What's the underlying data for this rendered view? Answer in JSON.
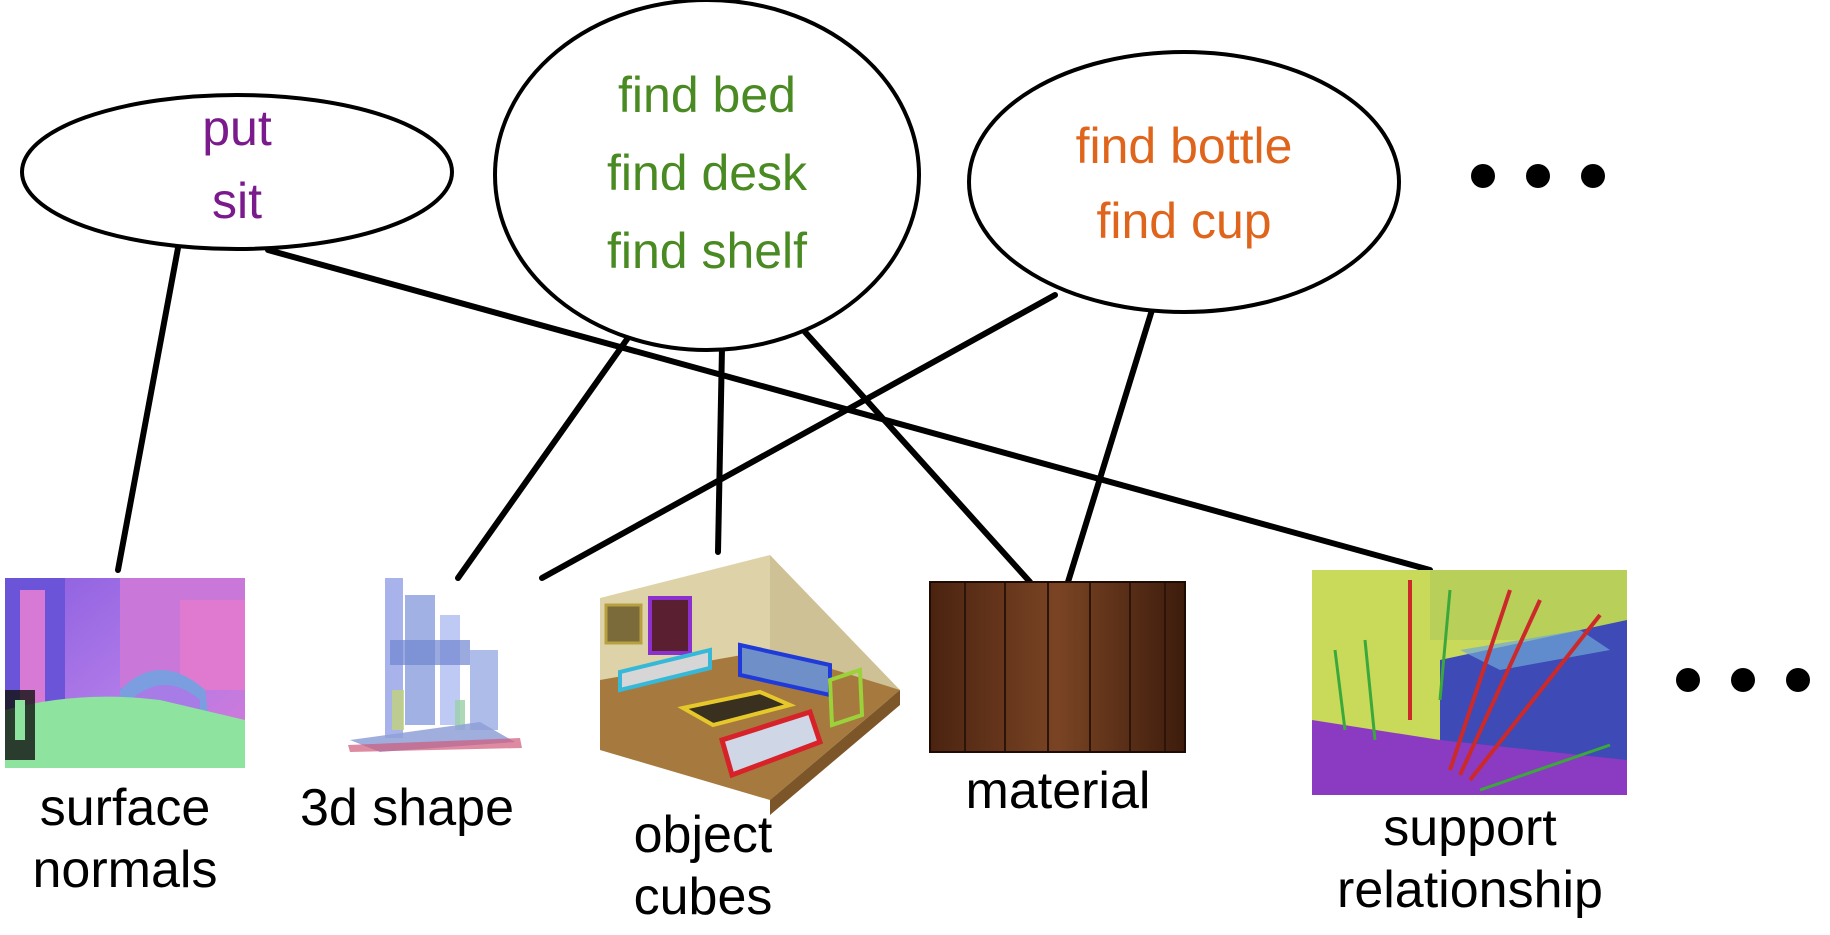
{
  "tasks": [
    {
      "id": "put-sit",
      "lines": [
        "put",
        "sit"
      ],
      "color": "#7a1a8c"
    },
    {
      "id": "find-furniture",
      "lines": [
        "find bed",
        "find desk",
        "find shelf"
      ],
      "color": "#4a8a22"
    },
    {
      "id": "find-small",
      "lines": [
        "find bottle",
        "find cup"
      ],
      "color": "#e0651c"
    }
  ],
  "representations": [
    {
      "id": "surface-normals",
      "lines": [
        "surface",
        "normals"
      ]
    },
    {
      "id": "3d-shape",
      "lines": [
        "3d shape"
      ]
    },
    {
      "id": "object-cubes",
      "lines": [
        "object",
        "cubes"
      ]
    },
    {
      "id": "material",
      "lines": [
        "material"
      ]
    },
    {
      "id": "support-relationship",
      "lines": [
        "support",
        "relationship"
      ]
    }
  ],
  "colors": {
    "normals_purple": "#8a5ee0",
    "normals_pink": "#d77ad6",
    "normals_green": "#8ee39e",
    "wood": "#5b3018",
    "support_yellow": "#c9d95a",
    "support_blue": "#3e4ab5",
    "support_purple": "#8b3ac2"
  }
}
